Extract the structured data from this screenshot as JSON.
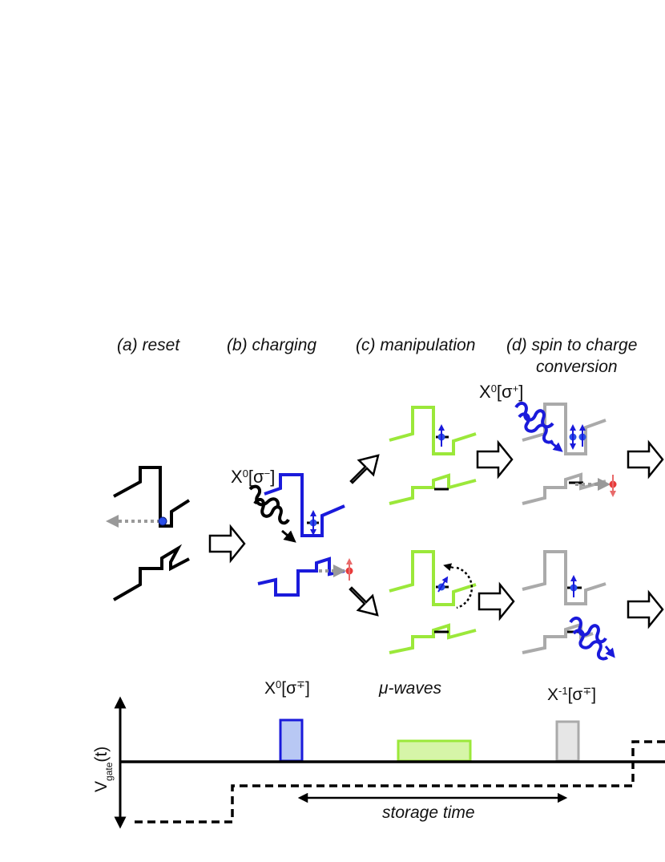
{
  "stages": [
    {
      "id": "a",
      "label": "(a) reset"
    },
    {
      "id": "b",
      "label": "(b) charging"
    },
    {
      "id": "c",
      "label": "(c) manipulation"
    },
    {
      "id": "d",
      "label_line1": "(d) spin to charge",
      "label_line2": "conversion"
    }
  ],
  "excitations": {
    "charging": {
      "base": "X",
      "sup": "0",
      "pol": "[σ",
      "polsup": "−",
      "close": "]"
    },
    "conversion": {
      "base": "X",
      "sup": "0",
      "pol": "[σ",
      "polsup": "+",
      "close": "]"
    }
  },
  "timeline": {
    "pulse1": {
      "base": "X",
      "sup": "0",
      "pol": "[σ",
      "polsup": "∓",
      "close": "]"
    },
    "pulse2": "μ-waves",
    "pulse3": {
      "base": "X",
      "sup": "-1",
      "pol": "[σ",
      "polsup": "∓",
      "close": "]"
    },
    "ylabel": {
      "base": "V",
      "sub": "gate",
      "rest": "(t)"
    },
    "storage": "storage time"
  },
  "colors": {
    "black": "#000000",
    "blue": "#1a1adb",
    "green": "#9be83a",
    "gray": "#aaaaaa",
    "red": "#e83a3a",
    "dotted": "#999999"
  }
}
